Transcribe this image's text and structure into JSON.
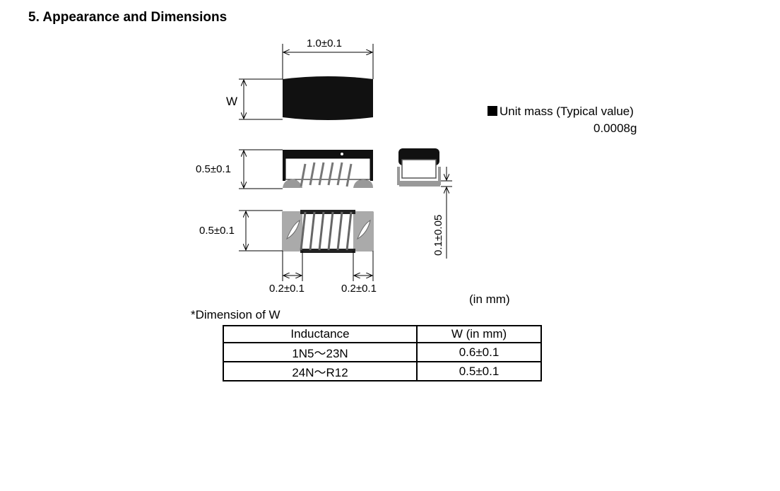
{
  "section_title": "5. Appearance and Dimensions",
  "dimensions": {
    "top_length": "1.0±0.1",
    "top_width": "W",
    "side_height": "0.5±0.1",
    "bottom_height": "0.5±0.1",
    "electrode_left": "0.2±0.1",
    "electrode_right": "0.2±0.1",
    "end_thickness": "0.1±0.05",
    "unit": "(in mm)"
  },
  "unit_mass": {
    "label": "Unit mass (Typical value)",
    "value": "0.0008g"
  },
  "w_table": {
    "caption": "*Dimension of W",
    "headers": [
      "Inductance",
      "W (in mm)"
    ],
    "rows": [
      [
        "1N5～23N",
        "0.6±0.1"
      ],
      [
        "24N～R12",
        "0.5±0.1"
      ]
    ]
  }
}
